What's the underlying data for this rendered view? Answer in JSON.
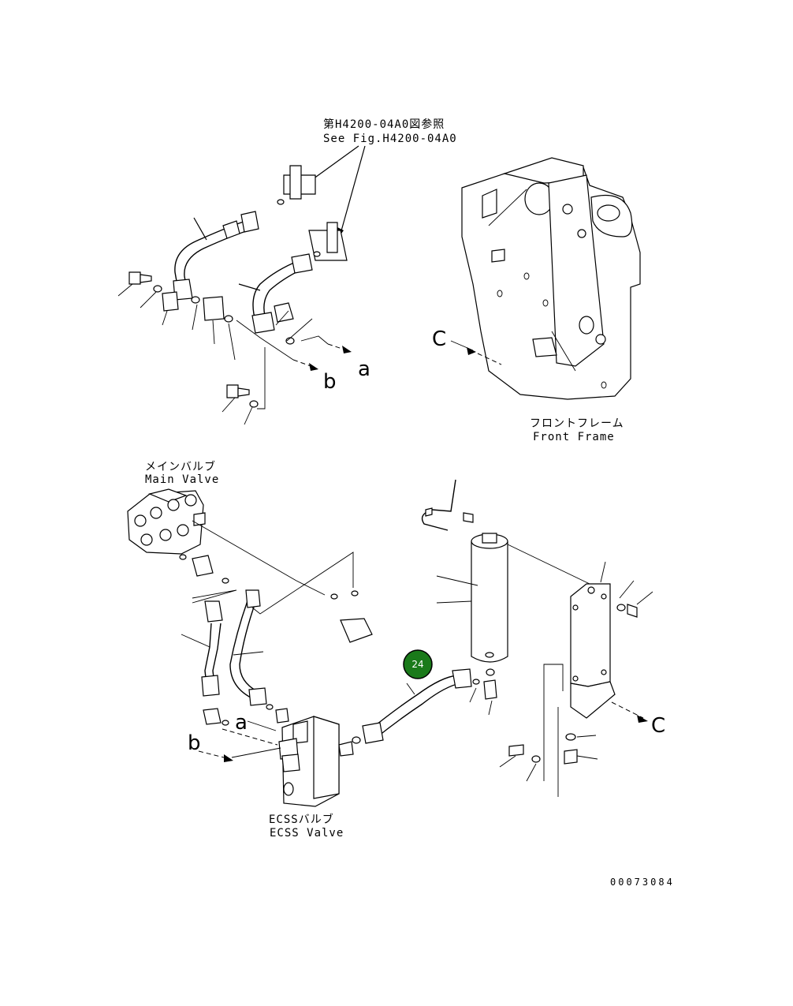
{
  "labels": {
    "see_fig_jp": "第H4200-04A0図参照",
    "see_fig_en": "See Fig.H4200-04A0",
    "front_frame_jp": "フロントフレーム",
    "front_frame_en": "Front Frame",
    "main_valve_jp": "メインバルブ",
    "main_valve_en": "Main Valve",
    "ecss_valve_jp": "ECSSバルブ",
    "ecss_valve_en": "ECSS Valve",
    "drawing_number": "00073084"
  },
  "markers": {
    "a_top": "a",
    "b_top": "b",
    "a_bottom": "a",
    "b_bottom": "b",
    "c_left": "C",
    "c_right": "C"
  },
  "callout": {
    "number": "24",
    "color": "#1a7a1a"
  }
}
